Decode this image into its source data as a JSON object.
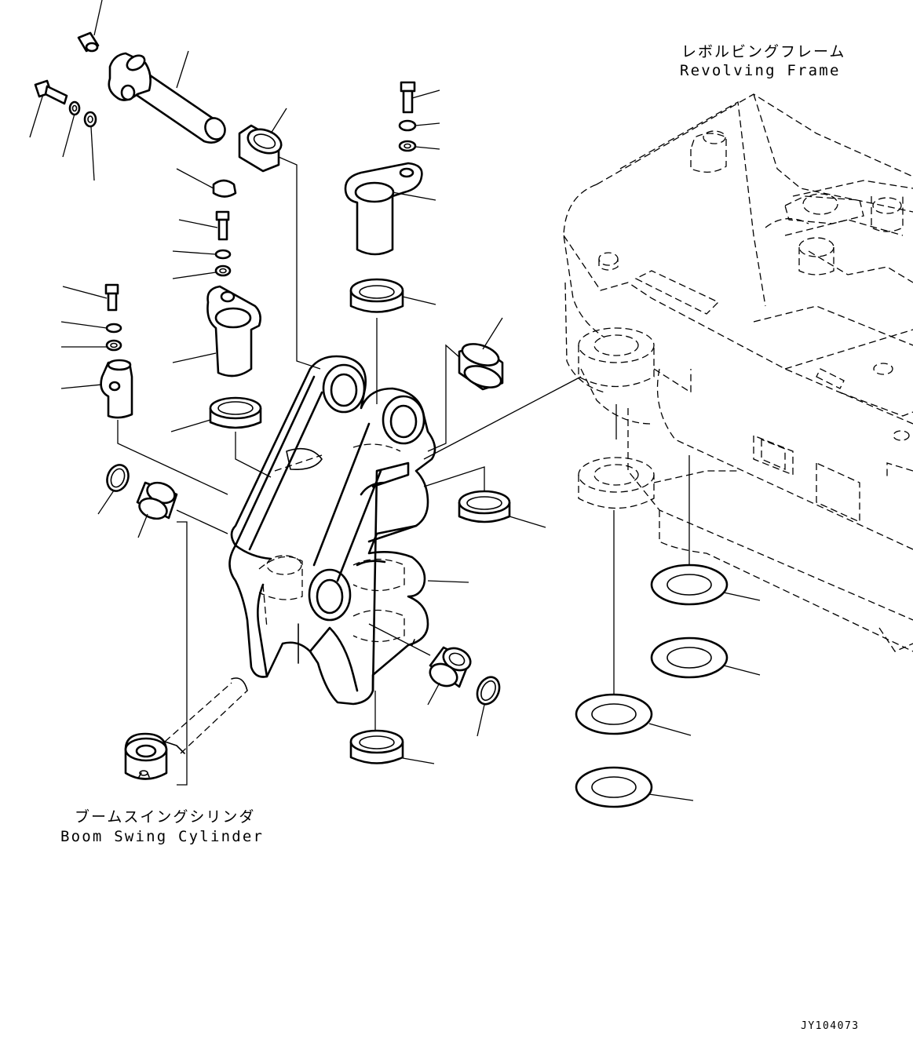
{
  "labels": {
    "revolving_frame_jp": "レボルビングフレーム",
    "revolving_frame_en": "Revolving Frame",
    "boom_swing_cylinder_jp": "ブームスイングシリンダ",
    "boom_swing_cylinder_en": "Boom Swing Cylinder",
    "drawing_code": "JY104073"
  }
}
